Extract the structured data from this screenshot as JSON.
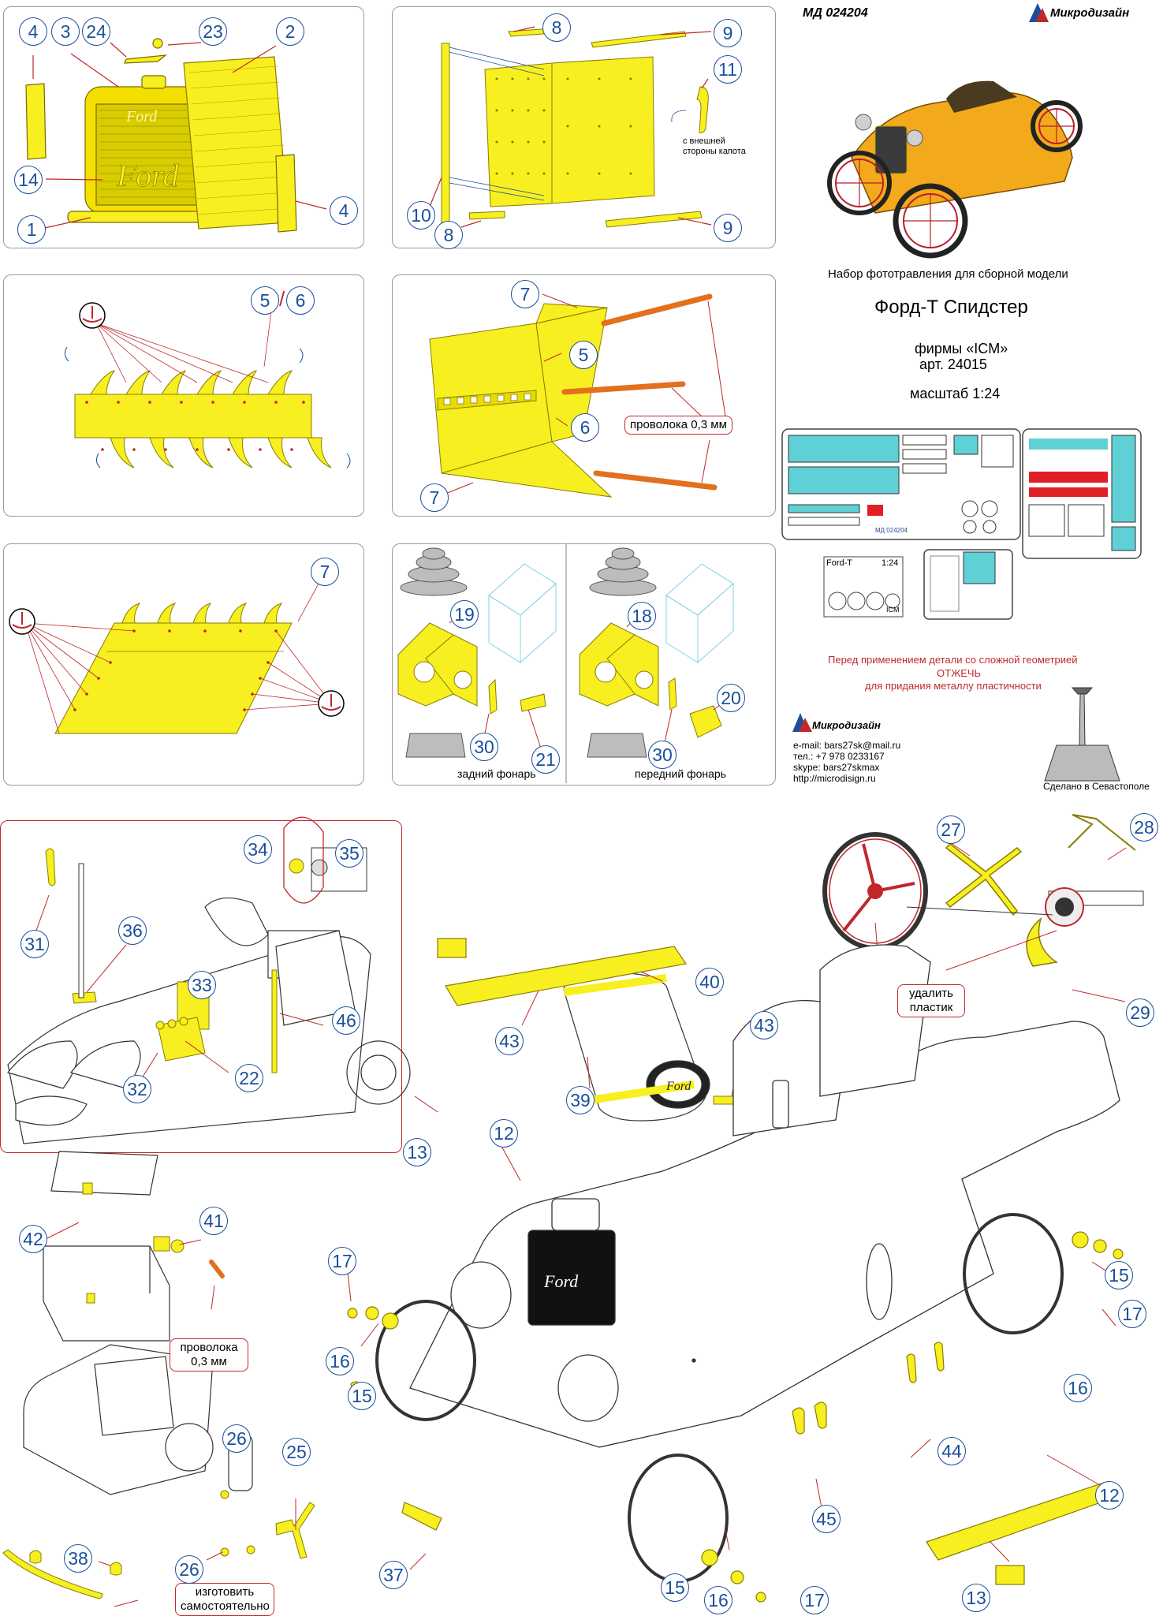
{
  "header": {
    "code": "МД 024204",
    "brand": "Микродизайн"
  },
  "title": {
    "line1": "Набор фототравления для сборной модели",
    "line2": "Форд-Т Спидстер",
    "line3": "фирмы «ICM»",
    "line4": "арт. 24015",
    "line5": "масштаб 1:24"
  },
  "warning": {
    "line1": "Перед применением детали со сложной геометрией",
    "line2": "ОТЖЕЧЬ",
    "line3": "для придания металлу пластичности"
  },
  "contact": {
    "brand": "Микродизайн",
    "email": "e-mail: bars27sk@mail.ru",
    "phone": "тел.: +7 978 0233167",
    "skype": "skype: bars27skmax",
    "site": "http://microdisign.ru"
  },
  "made_in": "Сделано в Севастополе",
  "sheet_preview": {
    "label": "Ford-T",
    "scale": "1:24",
    "maker": "ICM",
    "code": "МД 024204"
  },
  "labels": {
    "outside_hood_1": "с внешней",
    "outside_hood_2": "стороны капота",
    "wire_1": "проволока 0,3 мм",
    "rear_lamp": "задний фонарь",
    "front_lamp": "передний фонарь",
    "remove_plastic_1": "удалить",
    "remove_plastic_2": "пластик",
    "wire_2a": "проволока",
    "wire_2b": "0,3 мм",
    "self_made_1": "изготовить",
    "self_made_2": "самостоятельно"
  },
  "part_numbers": {
    "p1": "1",
    "p2": "2",
    "p3": "3",
    "p4a": "4",
    "p4b": "4",
    "p14": "14",
    "p23": "23",
    "p24": "24",
    "p8a": "8",
    "p8b": "8",
    "p9a": "9",
    "p9b": "9",
    "p10": "10",
    "p11": "11",
    "p5a": "5",
    "p6a": "6",
    "p56sep": "/",
    "p7a": "7",
    "p7b": "7",
    "p5b": "5",
    "p6b": "6",
    "p7c": "7",
    "p19": "19",
    "p30a": "30",
    "p21": "21",
    "p18": "18",
    "p30b": "30",
    "p20": "20",
    "p34": "34",
    "p35": "35",
    "p31": "31",
    "p36": "36",
    "p33": "33",
    "p46": "46",
    "p32": "32",
    "p22": "22",
    "p27": "27",
    "p28": "28",
    "p29": "29",
    "p40": "40",
    "p43a": "43",
    "p43b": "43",
    "p39": "39",
    "p12a": "12",
    "p13a": "13",
    "p12b": "12",
    "p13b": "13",
    "p42": "42",
    "p41": "41",
    "p17a": "17",
    "p16a": "16",
    "p15a": "15",
    "p15b": "15",
    "p17b": "17",
    "p16b": "16",
    "p44": "44",
    "p45": "45",
    "p26a": "26",
    "p25": "25",
    "p26b": "26",
    "p38": "38",
    "p37": "37",
    "p15c": "15",
    "p16c": "16",
    "p17c": "17"
  },
  "colors": {
    "part_yellow": "#f7ef1f",
    "wire_orange": "#e2701c",
    "number_blue": "#1a4f9c",
    "label_red": "#c0282b",
    "sheet_cyan": "#5fd0d6"
  }
}
